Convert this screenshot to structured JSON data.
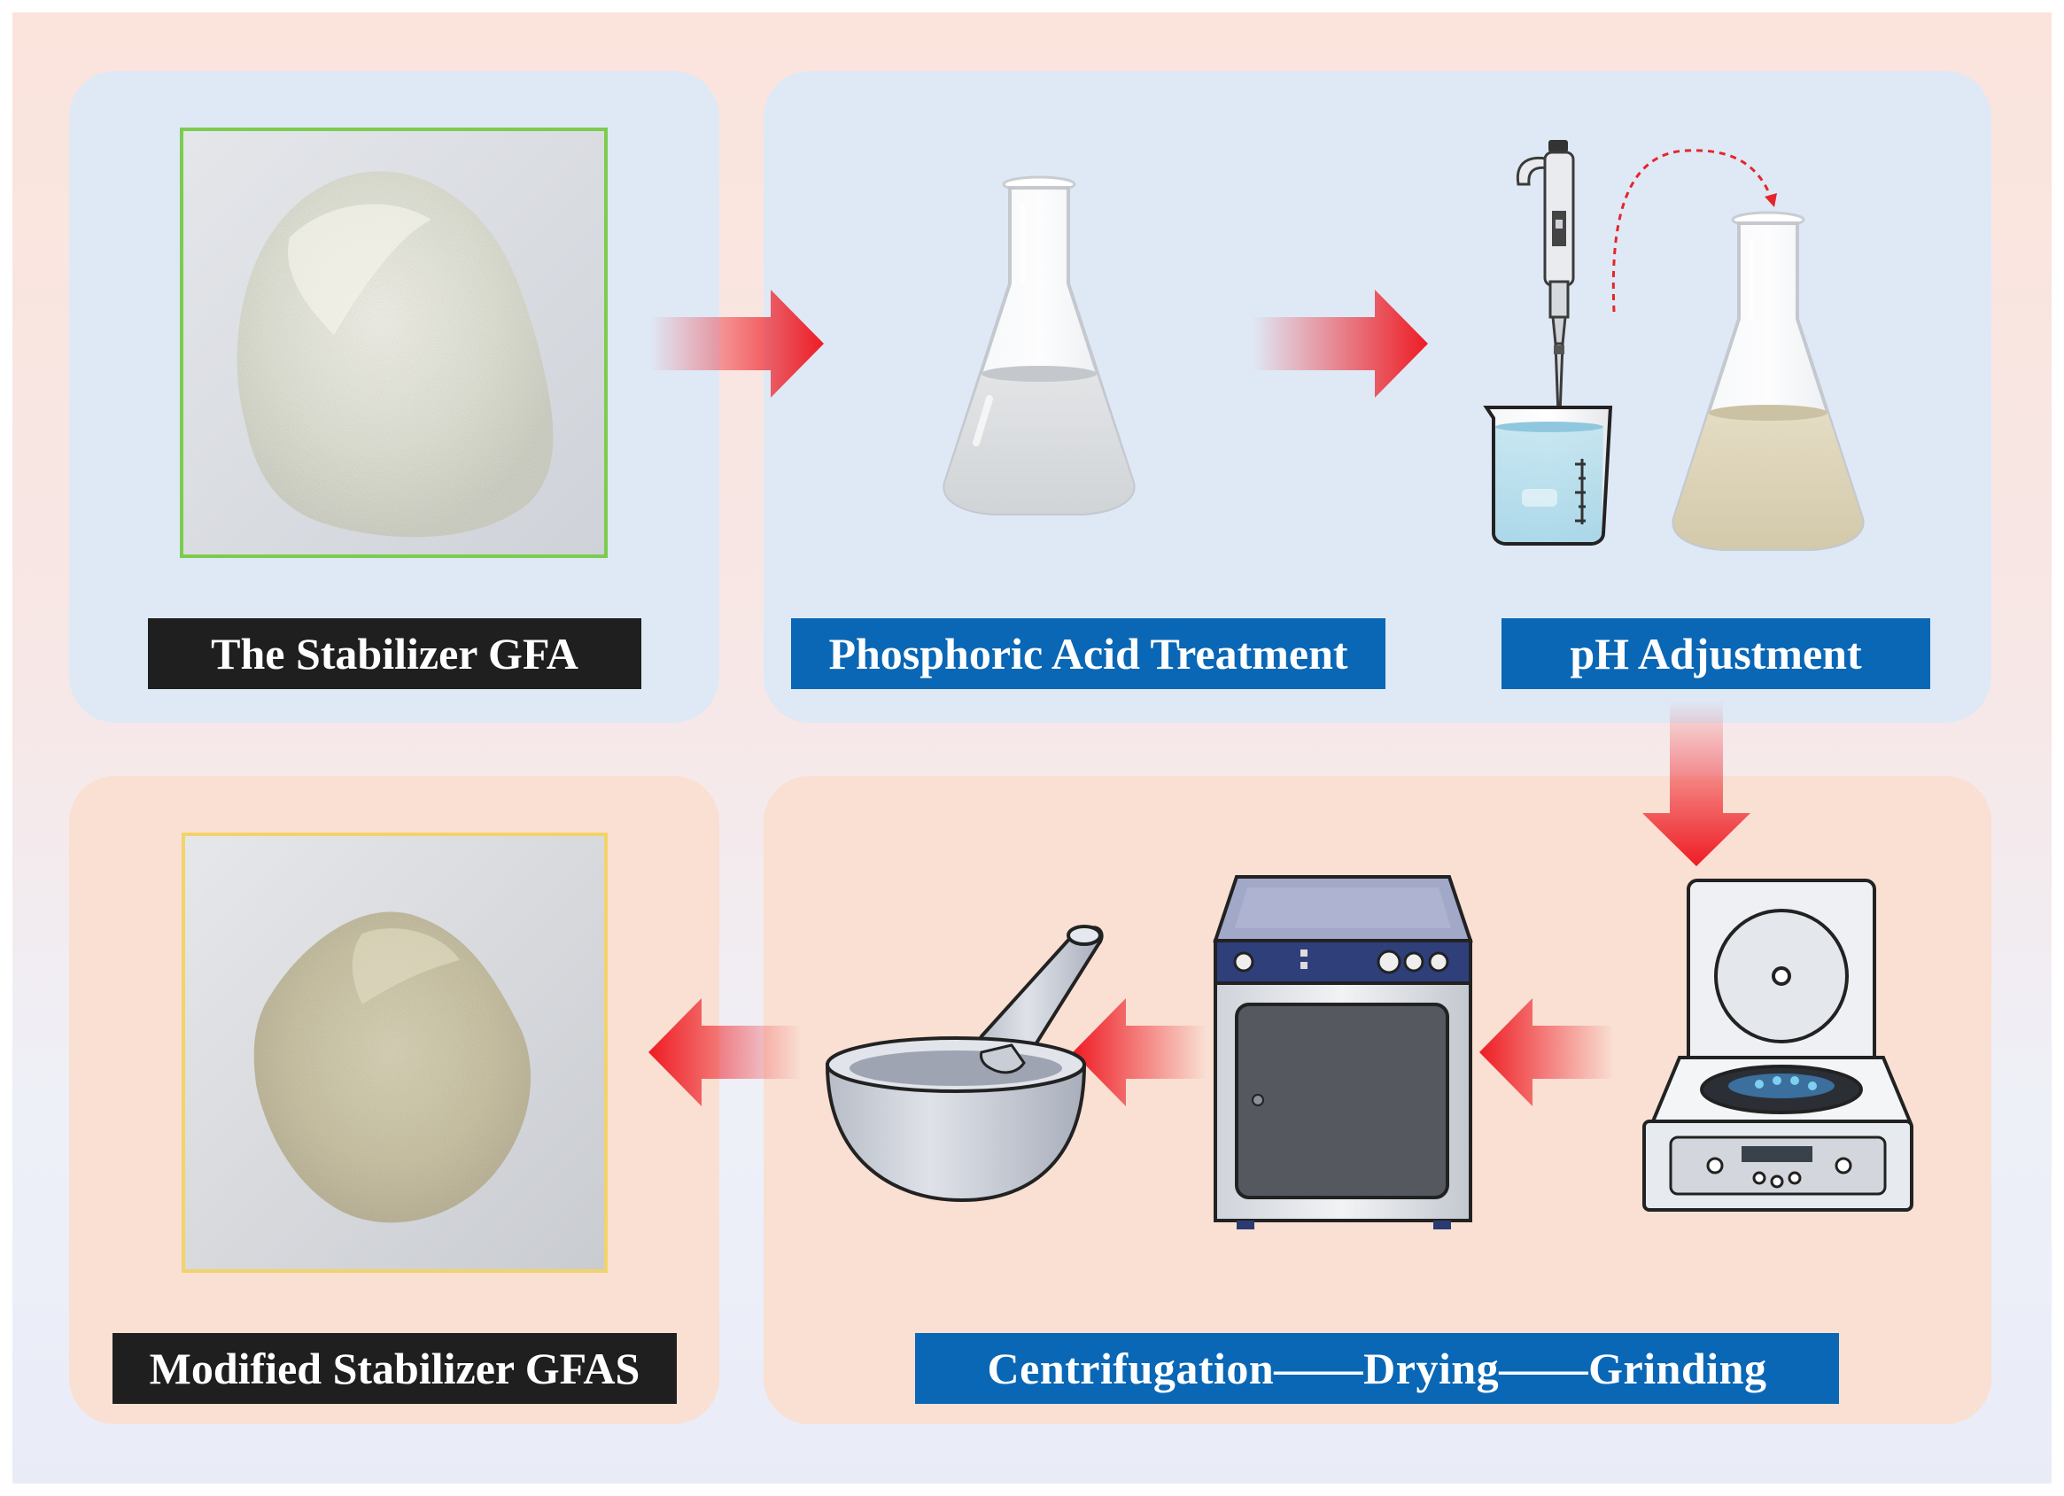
{
  "diagram": {
    "steps": {
      "stabilizer": {
        "label": "The Stabilizer GFA"
      },
      "acid_treatment": {
        "label": "Phosphoric Acid Treatment"
      },
      "ph_adjustment": {
        "label": "pH Adjustment"
      },
      "post_processing": {
        "label": "Centrifugation——Drying——Grinding"
      },
      "modified": {
        "label": "Modified Stabilizer GFAS"
      }
    },
    "colors": {
      "arrow_red": "#ee1c24",
      "label_blue": "#0a67b5",
      "label_dark": "#1f1f1f",
      "panel_blue": "#dfe9f6",
      "panel_peach": "#f9e0d3",
      "gfa_photo_border": "#7ccc4d",
      "gfas_photo_border": "#f2d36b"
    },
    "icons": [
      "powder-photo",
      "erlenmeyer-flask-icon",
      "pipette-icon",
      "beaker-icon",
      "centrifuge-icon",
      "drying-oven-icon",
      "mortar-pestle-icon",
      "flow-arrow-icon"
    ]
  }
}
